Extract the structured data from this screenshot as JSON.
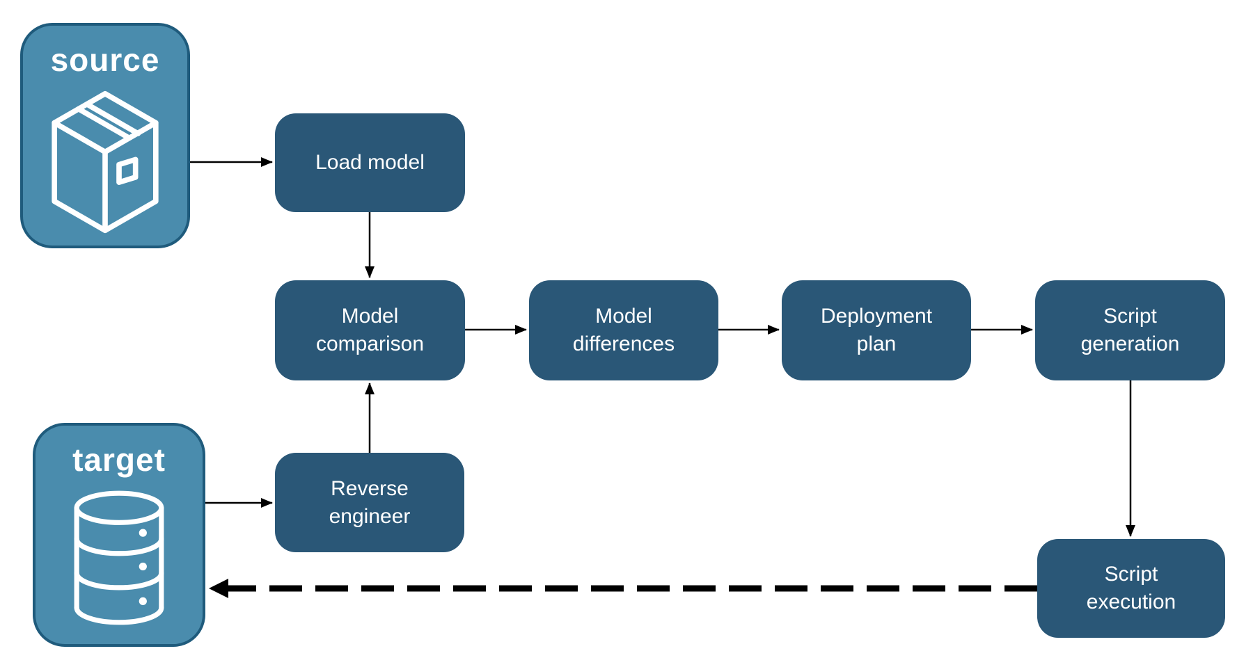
{
  "diagram": {
    "background_color": "#FFFFFF",
    "containers": {
      "source": {
        "label": "source",
        "icon": "package-icon"
      },
      "target": {
        "label": "target",
        "icon": "database-icon"
      }
    },
    "nodes": {
      "load_model": {
        "label": "Load model"
      },
      "model_comparison": {
        "label": "Model comparison"
      },
      "model_differences": {
        "label": "Model differences"
      },
      "deployment_plan": {
        "label": "Deployment plan"
      },
      "script_generation": {
        "label": "Script generation"
      },
      "reverse_engineer": {
        "label": "Reverse engineer"
      },
      "script_execution": {
        "label": "Script execution"
      }
    },
    "edges": [
      {
        "from": "source",
        "to": "load_model",
        "style": "solid"
      },
      {
        "from": "load_model",
        "to": "model_comparison",
        "style": "solid"
      },
      {
        "from": "model_comparison",
        "to": "model_differences",
        "style": "solid"
      },
      {
        "from": "model_differences",
        "to": "deployment_plan",
        "style": "solid"
      },
      {
        "from": "deployment_plan",
        "to": "script_generation",
        "style": "solid"
      },
      {
        "from": "script_generation",
        "to": "script_execution",
        "style": "solid"
      },
      {
        "from": "target",
        "to": "reverse_engineer",
        "style": "solid"
      },
      {
        "from": "reverse_engineer",
        "to": "model_comparison",
        "style": "solid"
      },
      {
        "from": "script_execution",
        "to": "target",
        "style": "dashed"
      }
    ],
    "colors": {
      "node_fill": "#2A5777",
      "node_text": "#FFFFFF",
      "container_fill": "#4A8CAD",
      "container_border": "#1F5B7C",
      "container_text": "#FFFFFF",
      "arrow": "#000000",
      "icon_stroke": "#FFFFFF"
    }
  }
}
